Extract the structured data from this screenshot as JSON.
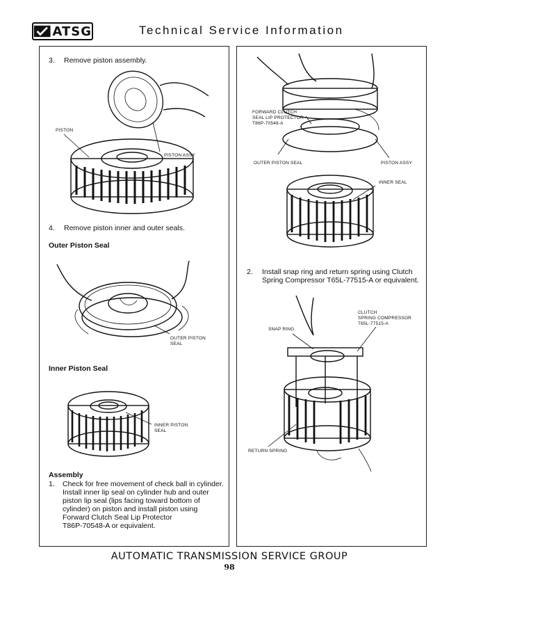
{
  "header": {
    "logo_text": "ATSG",
    "title": "Technical Service Information"
  },
  "left_panel": {
    "step3": {
      "number": "3.",
      "text": "Remove piston assembly."
    },
    "fig1_labels": {
      "piston": "PISTON",
      "piston_assy": "PISTON ASSY"
    },
    "step4": {
      "number": "4.",
      "text": "Remove piston inner and outer seals."
    },
    "outer_heading": "Outer Piston Seal",
    "fig2_labels": {
      "outer_seal_line1": "OUTER PISTON",
      "outer_seal_line2": "SEAL"
    },
    "inner_heading": "Inner Piston Seal",
    "fig3_labels": {
      "inner_seal_line1": "INNER PISTON",
      "inner_seal_line2": "SEAL"
    },
    "assembly_heading": "Assembly",
    "step1": {
      "number": "1.",
      "lines": [
        "Check for free movement of check ball in cylinder.",
        "Install inner lip seal on cylinder hub and outer",
        "piston lip seal (lips facing toward bottom of",
        "cylinder) on piston and install piston using",
        "Forward Clutch Seal Lip Protector",
        "T86P-70548-A or equivalent."
      ]
    }
  },
  "right_panel": {
    "fig4_labels": {
      "protector_line1": "FORWARD CLUTCH",
      "protector_line2": "SEAL LIP PROTECTOR",
      "protector_line3": "T86P-70548-A",
      "outer_seal": "OUTER PISTON SEAL",
      "piston_assy": "PISTON ASSY",
      "inner_seal": "INNER SEAL"
    },
    "step2": {
      "number": "2.",
      "line1": "Install snap ring and return spring using Clutch",
      "line2": "Spring Compressor T65L-77515-A or equivalent."
    },
    "fig5_labels": {
      "compressor_line1": "CLUTCH",
      "compressor_line2": "SPRING COMPRESSOR",
      "compressor_line3": "T65L-77515-A",
      "snap_ring": "SNAP RING",
      "return_spring": "RETURN SPRING"
    }
  },
  "footer": {
    "group": "AUTOMATIC TRANSMISSION SERVICE GROUP",
    "page": "98"
  }
}
